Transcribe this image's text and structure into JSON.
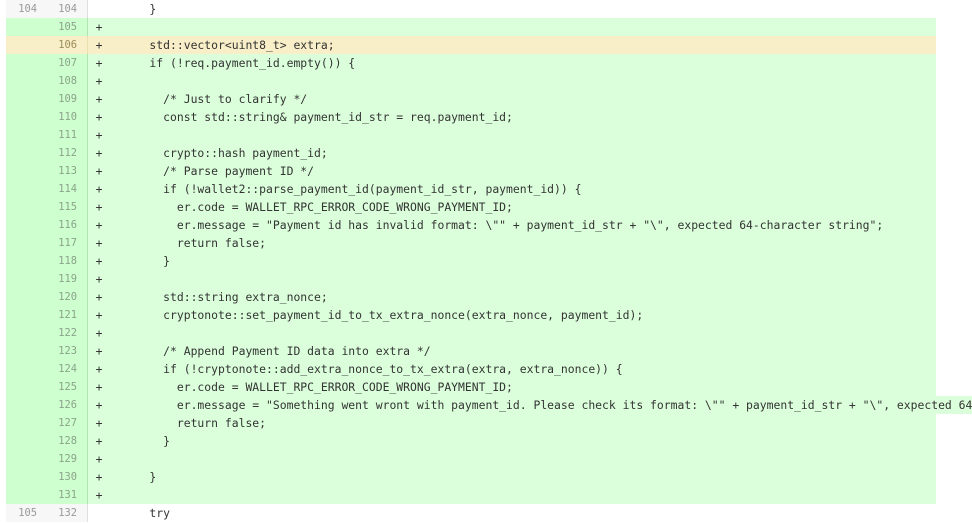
{
  "colors": {
    "addition_bg": "#dbffdb",
    "addition_gutter_bg": "#ceffce",
    "selected_line_bg": "#f8eec7",
    "context_gutter_bg": "#f7f7f7"
  },
  "diff": {
    "lines": [
      {
        "old": "104",
        "new": "104",
        "marker": "",
        "type": "context",
        "code": "    }"
      },
      {
        "old": "",
        "new": "105",
        "marker": "+",
        "type": "add",
        "code": ""
      },
      {
        "old": "",
        "new": "106",
        "marker": "+",
        "type": "add selected",
        "code": "    std::vector<uint8_t> extra;"
      },
      {
        "old": "",
        "new": "107",
        "marker": "+",
        "type": "add",
        "code": "    if (!req.payment_id.empty()) {"
      },
      {
        "old": "",
        "new": "108",
        "marker": "+",
        "type": "add",
        "code": ""
      },
      {
        "old": "",
        "new": "109",
        "marker": "+",
        "type": "add",
        "code": "      /* Just to clarify */"
      },
      {
        "old": "",
        "new": "110",
        "marker": "+",
        "type": "add",
        "code": "      const std::string& payment_id_str = req.payment_id;"
      },
      {
        "old": "",
        "new": "111",
        "marker": "+",
        "type": "add",
        "code": ""
      },
      {
        "old": "",
        "new": "112",
        "marker": "+",
        "type": "add",
        "code": "      crypto::hash payment_id;"
      },
      {
        "old": "",
        "new": "113",
        "marker": "+",
        "type": "add",
        "code": "      /* Parse payment ID */"
      },
      {
        "old": "",
        "new": "114",
        "marker": "+",
        "type": "add",
        "code": "      if (!wallet2::parse_payment_id(payment_id_str, payment_id)) {"
      },
      {
        "old": "",
        "new": "115",
        "marker": "+",
        "type": "add",
        "code": "        er.code = WALLET_RPC_ERROR_CODE_WRONG_PAYMENT_ID;"
      },
      {
        "old": "",
        "new": "116",
        "marker": "+",
        "type": "add",
        "code": "        er.message = \"Payment id has invalid format: \\\"\" + payment_id_str + \"\\\", expected 64-character string\";"
      },
      {
        "old": "",
        "new": "117",
        "marker": "+",
        "type": "add",
        "code": "        return false;"
      },
      {
        "old": "",
        "new": "118",
        "marker": "+",
        "type": "add",
        "code": "      }"
      },
      {
        "old": "",
        "new": "119",
        "marker": "+",
        "type": "add",
        "code": ""
      },
      {
        "old": "",
        "new": "120",
        "marker": "+",
        "type": "add",
        "code": "      std::string extra_nonce;"
      },
      {
        "old": "",
        "new": "121",
        "marker": "+",
        "type": "add",
        "code": "      cryptonote::set_payment_id_to_tx_extra_nonce(extra_nonce, payment_id);"
      },
      {
        "old": "",
        "new": "122",
        "marker": "+",
        "type": "add",
        "code": ""
      },
      {
        "old": "",
        "new": "123",
        "marker": "+",
        "type": "add",
        "code": "      /* Append Payment ID data into extra */"
      },
      {
        "old": "",
        "new": "124",
        "marker": "+",
        "type": "add",
        "code": "      if (!cryptonote::add_extra_nonce_to_tx_extra(extra, extra_nonce)) {"
      },
      {
        "old": "",
        "new": "125",
        "marker": "+",
        "type": "add",
        "code": "        er.code = WALLET_RPC_ERROR_CODE_WRONG_PAYMENT_ID;"
      },
      {
        "old": "",
        "new": "126",
        "marker": "+",
        "type": "add",
        "code": "        er.message = \"Something went wront with payment_id. Please check its format: \\\"\" + payment_id_str + \"\\\", expected 64"
      },
      {
        "old": "",
        "new": "127",
        "marker": "+",
        "type": "add",
        "code": "        return false;"
      },
      {
        "old": "",
        "new": "128",
        "marker": "+",
        "type": "add",
        "code": "      }"
      },
      {
        "old": "",
        "new": "129",
        "marker": "+",
        "type": "add",
        "code": ""
      },
      {
        "old": "",
        "new": "130",
        "marker": "+",
        "type": "add",
        "code": "    }"
      },
      {
        "old": "",
        "new": "131",
        "marker": "+",
        "type": "add",
        "code": ""
      },
      {
        "old": "105",
        "new": "132",
        "marker": "",
        "type": "context",
        "code": "    try"
      }
    ]
  }
}
